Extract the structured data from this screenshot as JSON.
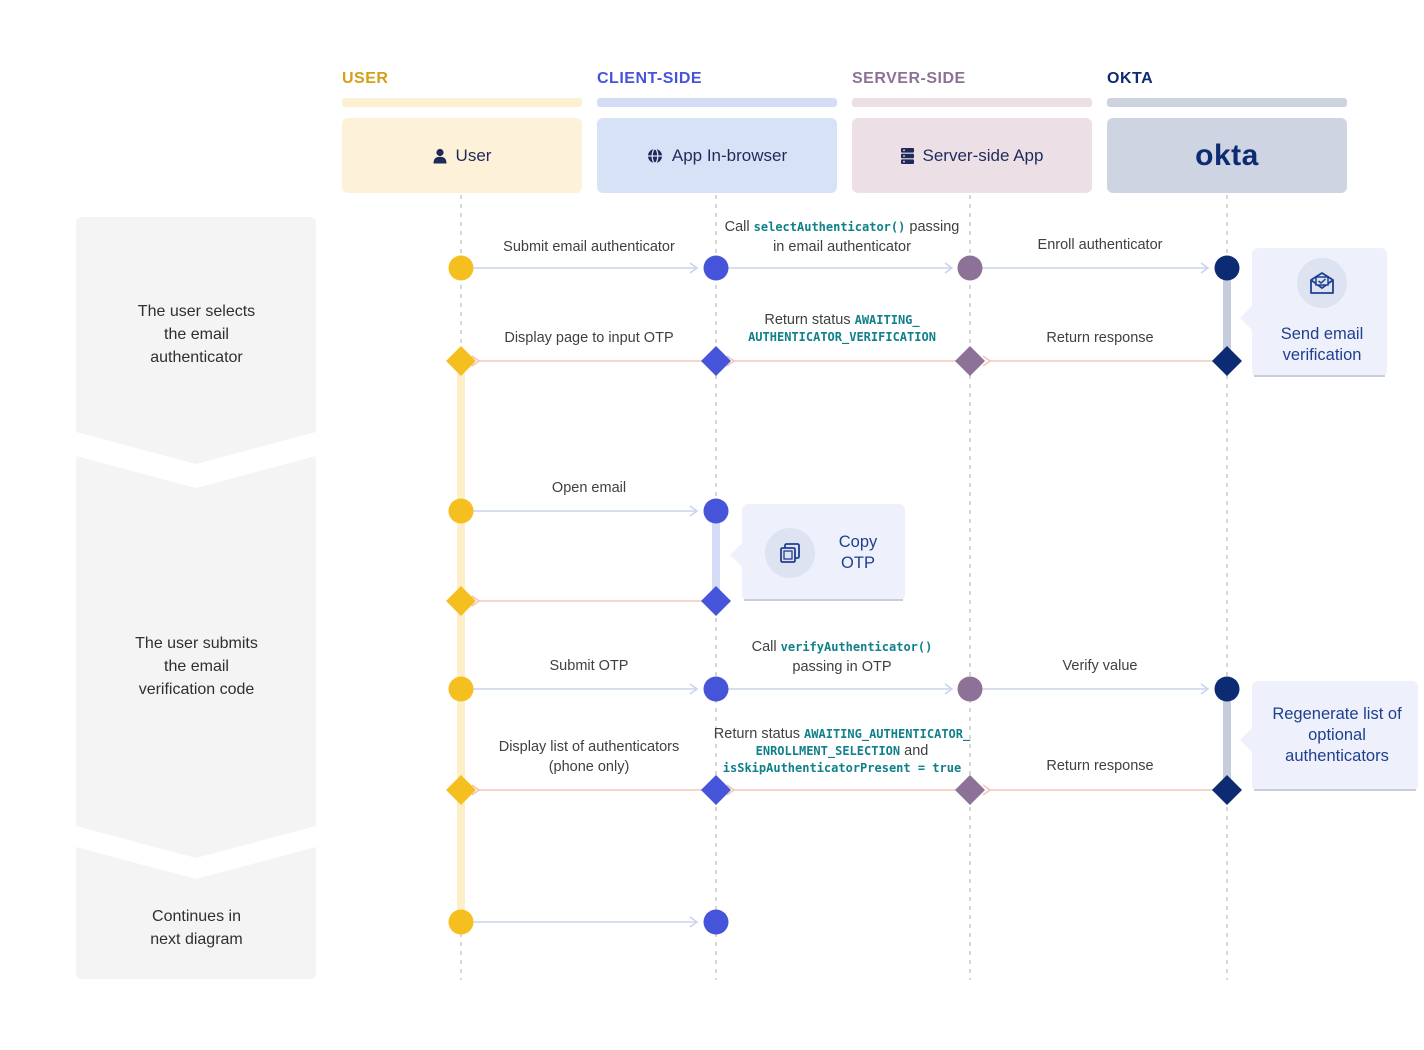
{
  "colors": {
    "user": "#f5bf1f",
    "client": "#4554d9",
    "server": "#8d7197",
    "okta": "#0d2b73",
    "forward_arrow": "#d4dcf0",
    "return_arrow": "#f6d3cb"
  },
  "lanes": [
    {
      "title": "USER",
      "box_label": "User",
      "icon": "person-icon"
    },
    {
      "title": "CLIENT-SIDE",
      "box_label": "App In-browser",
      "icon": "globe-icon"
    },
    {
      "title": "SERVER-SIDE",
      "box_label": "Server-side App",
      "icon": "server-icon"
    },
    {
      "title": "OKTA",
      "box_label": "okta",
      "icon": "okta-logo"
    }
  ],
  "steps": [
    {
      "text": "The user selects the email authenticator"
    },
    {
      "text": "The user submits the email verification code"
    },
    {
      "text": "Continues in next diagram"
    }
  ],
  "messages": {
    "m1": "Submit email authenticator",
    "m2_a": "Call ",
    "m2_code": "selectAuthenticator()",
    "m2_b": " passing",
    "m2_c": "in email authenticator",
    "m3": "Enroll authenticator",
    "m4": "Display page to input OTP",
    "m5_a": "Return status ",
    "m5_code1": "AWAITING_",
    "m5_code2": "AUTHENTICATOR_VERIFICATION",
    "m6": "Return response",
    "m7": "Open email",
    "m8": "Submit OTP",
    "m9_a": "Call ",
    "m9_code": "verifyAuthenticator()",
    "m9_b": "passing in OTP",
    "m10": "Verify value",
    "m11_a": "Display list of authenticators",
    "m11_b": "(phone only)",
    "m12_a": "Return status ",
    "m12_code1": "AWAITING_AUTHENTICATOR_",
    "m12_code2": "ENROLLMENT_SELECTION",
    "m12_b": " and",
    "m12_code3": "isSkipAuthenticatorPresent = true",
    "m13": "Return response"
  },
  "notes": {
    "send_email": "Send email verification",
    "copy_otp": "Copy OTP",
    "regenerate": "Regenerate list of optional authenticators"
  }
}
